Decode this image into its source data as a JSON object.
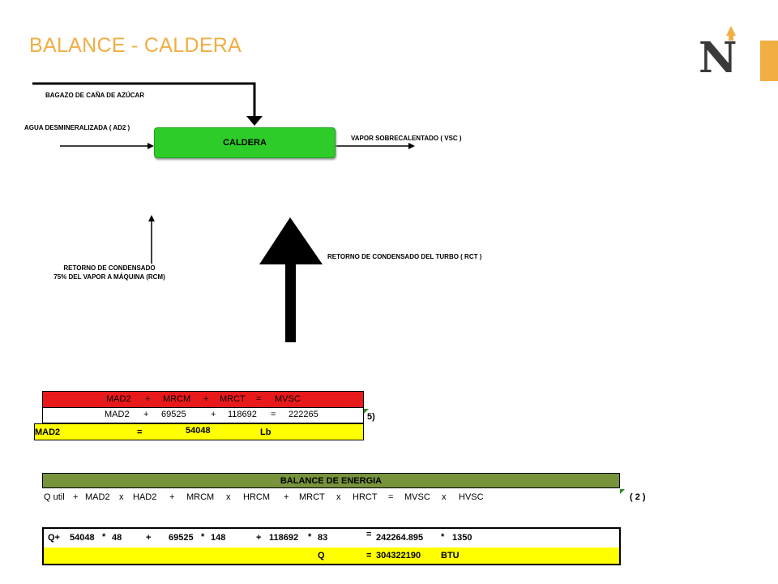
{
  "title": "BALANCE - CALDERA",
  "colors": {
    "title": "#F0AE43",
    "caldera_box": "#2ECC29",
    "red_band": "#E8191B",
    "yellow_band": "#FFFF00",
    "green_band": "#77933C"
  },
  "logo": {
    "letter": "N"
  },
  "diagram": {
    "caldera": "CALDERA",
    "bagazo": "BAGAZO DE CAÑA DE AZÚCAR",
    "agua": "AGUA DESMINERALIZADA ( AD2 )",
    "vapor": "VAPOR SOBRECALENTADO ( VSC )",
    "retorno_rcm_1": "RETORNO DE CONDENSADO",
    "retorno_rcm_2": "75% DEL VAPOR A MÁQUINA (RCM)",
    "retorno_rct": "RETORNO DE CONDENSADO DEL TURBO ( RCT )"
  },
  "mass_balance": {
    "header": {
      "a": "MAD2",
      "p1": "+",
      "b": "MRCM",
      "p2": "+",
      "c": "MRCT",
      "eq": "=",
      "d": "MVSC"
    },
    "values": {
      "a": "MAD2",
      "p1": "+",
      "b": "69525",
      "p2": "+",
      "c": "118692",
      "eq": "=",
      "d": "222265"
    },
    "result": {
      "label": "MAD2",
      "eq": "=",
      "value": "54048",
      "unit": "Lb"
    },
    "ref": "5)"
  },
  "energy_balance": {
    "header": "BALANCE DE ENERGIA",
    "formula": [
      "Q util",
      "+",
      "MAD2",
      "x",
      "HAD2",
      "+",
      "MRCM",
      "x",
      "HRCM",
      "+",
      "MRCT",
      "x",
      "HRCT",
      "=",
      "MVSC",
      "x",
      "HVSC"
    ],
    "ref": "( 2 )",
    "calc": {
      "q": "Q+",
      "v1": "54048",
      "m1": "*",
      "v2": "48",
      "p1": "+",
      "v3": "69525",
      "m2": "*",
      "v4": "148",
      "p2": "+",
      "v5": "118692",
      "m3": "*",
      "v6": "83",
      "eq": "=",
      "v7": "242264.895",
      "m4": "*",
      "v8": "1350"
    },
    "result": {
      "label": "Q",
      "eq": "=",
      "value": "304322190",
      "unit": "BTU"
    }
  }
}
